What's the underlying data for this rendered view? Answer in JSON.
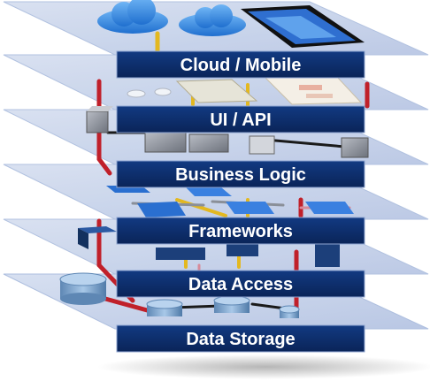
{
  "colors": {
    "plane": "#c8d3e9",
    "plane_edge": "#aebfdf",
    "band": "#0d2f6e",
    "band_edge": "#8fa6d2",
    "pipe_red": "#c0202a",
    "pipe_yellow": "#e3b820",
    "pipe_black": "#1a1a1a",
    "box_navy": "#1c3f7a",
    "box_gray": "#8a8f98",
    "cylinder": "#7fa7cf",
    "cloud": "#3f8fe0"
  },
  "layers": [
    {
      "label": "Cloud / Mobile"
    },
    {
      "label": "UI / API"
    },
    {
      "label": "Business Logic"
    },
    {
      "label": "Frameworks"
    },
    {
      "label": "Data Access"
    },
    {
      "label": "Data Storage"
    }
  ],
  "icons": {
    "cloud": "cloud-icon",
    "phone": "smartphone-icon",
    "server": "server-box-icon",
    "database": "database-cylinder-icon"
  }
}
